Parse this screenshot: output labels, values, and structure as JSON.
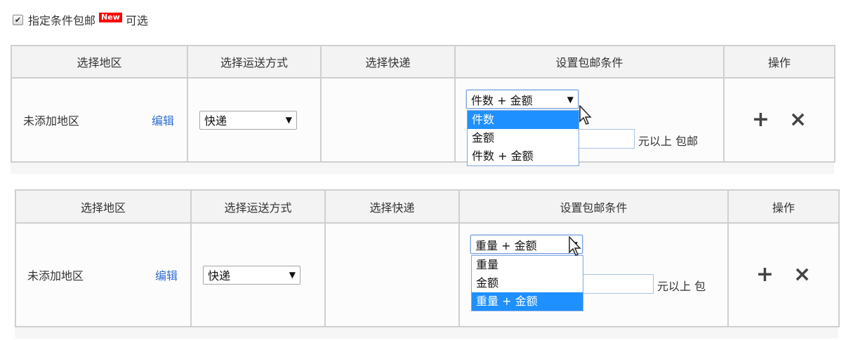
{
  "option": {
    "checked": true,
    "label": "指定条件包邮",
    "badge": "New",
    "suffix": "可选",
    "badge_color": "#ff0000"
  },
  "columns": [
    "选择地区",
    "选择运送方式",
    "选择快递",
    "设置包邮条件",
    "操作"
  ],
  "rows": [
    {
      "region": "未添加地区",
      "edit_label": "编辑",
      "shipping_method": "快递",
      "condition_selected": "件数 + 金额",
      "condition_options": [
        "件数",
        "金额",
        "件数 + 金额"
      ],
      "highlighted_option": 0,
      "amount_suffix": "元以上 包邮",
      "add_icon": "+",
      "delete_icon": "×"
    },
    {
      "region": "未添加地区",
      "edit_label": "编辑",
      "shipping_method": "快递",
      "condition_selected": "重量 + 金额",
      "condition_options": [
        "重量",
        "金额",
        "重量 + 金额"
      ],
      "highlighted_option": 2,
      "amount_suffix": "元以上 包",
      "add_icon": "+",
      "delete_icon": "×"
    }
  ],
  "colors": {
    "link": "#2f6fd1",
    "highlight": "#1e90ff",
    "header_bg": "#f3f3f3",
    "border": "#cfcfcf"
  }
}
